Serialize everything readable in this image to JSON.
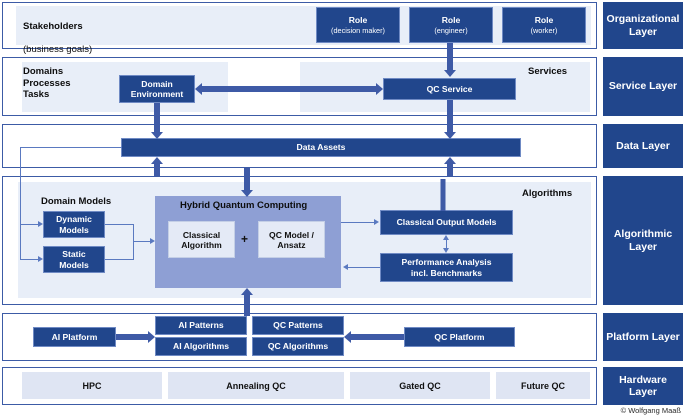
{
  "diagram": {
    "copyright": "© Wolfgang Maaß",
    "colors": {
      "dark_blue": "#21468c",
      "mid_blue": "#3e5aa6",
      "panel_blue": "#e8eef8",
      "hybrid_panel": "#8e9fd4",
      "pale_box": "#dfe5f3",
      "border_blue": "#3c5ba6"
    }
  },
  "layers": [
    {
      "id": "organizational",
      "label": "Organizational\nLayer"
    },
    {
      "id": "service",
      "label": "Service Layer"
    },
    {
      "id": "data",
      "label": "Data Layer"
    },
    {
      "id": "algorithmic",
      "label": "Algorithmic\nLayer"
    },
    {
      "id": "platform",
      "label": "Platform\nLayer"
    },
    {
      "id": "hardware",
      "label": "Hardware\nLayer"
    }
  ],
  "organizational_layer": {
    "caption_title": "Stakeholders",
    "caption_sub": "(business goals)",
    "roles": [
      {
        "title": "Role",
        "sub": "(decision maker)"
      },
      {
        "title": "Role",
        "sub": "(engineer)"
      },
      {
        "title": "Role",
        "sub": "(worker)"
      }
    ]
  },
  "service_layer": {
    "caption": "Domains\nProcesses\nTasks",
    "services_caption": "Services",
    "boxes": [
      {
        "id": "domain-environment",
        "label": "Domain\nEnvironment"
      },
      {
        "id": "qc-service",
        "label": "QC Service"
      }
    ]
  },
  "data_layer": {
    "boxes": [
      {
        "id": "data-assets",
        "label": "Data Assets"
      }
    ]
  },
  "algorithmic_layer": {
    "caption_algorithms": "Algorithms",
    "caption_domain_models": "Domain Models",
    "caption_hybrid": "Hybrid Quantum Computing",
    "plus_symbol": "+",
    "domain_models": [
      {
        "id": "dynamic-models",
        "label": "Dynamic\nModels"
      },
      {
        "id": "static-models",
        "label": "Static\nModels"
      }
    ],
    "hybrid_inner": [
      {
        "id": "classical-algorithm",
        "label": "Classical\nAlgorithm"
      },
      {
        "id": "qc-model-ansatz",
        "label": "QC Model /\nAnsatz"
      }
    ],
    "right_boxes": [
      {
        "id": "classical-output-models",
        "label": "Classical Output Models"
      },
      {
        "id": "performance-analysis",
        "label": "Performance Analysis\nincl. Benchmarks"
      }
    ]
  },
  "platform_layer": {
    "boxes": [
      {
        "id": "ai-platform",
        "label": "AI Platform"
      },
      {
        "id": "ai-patterns",
        "label": "AI Patterns"
      },
      {
        "id": "ai-algorithms",
        "label": "AI Algorithms"
      },
      {
        "id": "qc-patterns",
        "label": "QC Patterns"
      },
      {
        "id": "qc-algorithms",
        "label": "QC Algorithms"
      },
      {
        "id": "qc-platform",
        "label": "QC Platform"
      }
    ]
  },
  "hardware_layer": {
    "boxes": [
      {
        "id": "hpc",
        "label": "HPC"
      },
      {
        "id": "annealing-qc",
        "label": "Annealing QC"
      },
      {
        "id": "gated-qc",
        "label": "Gated QC"
      },
      {
        "id": "future-qc",
        "label": "Future QC"
      }
    ]
  }
}
